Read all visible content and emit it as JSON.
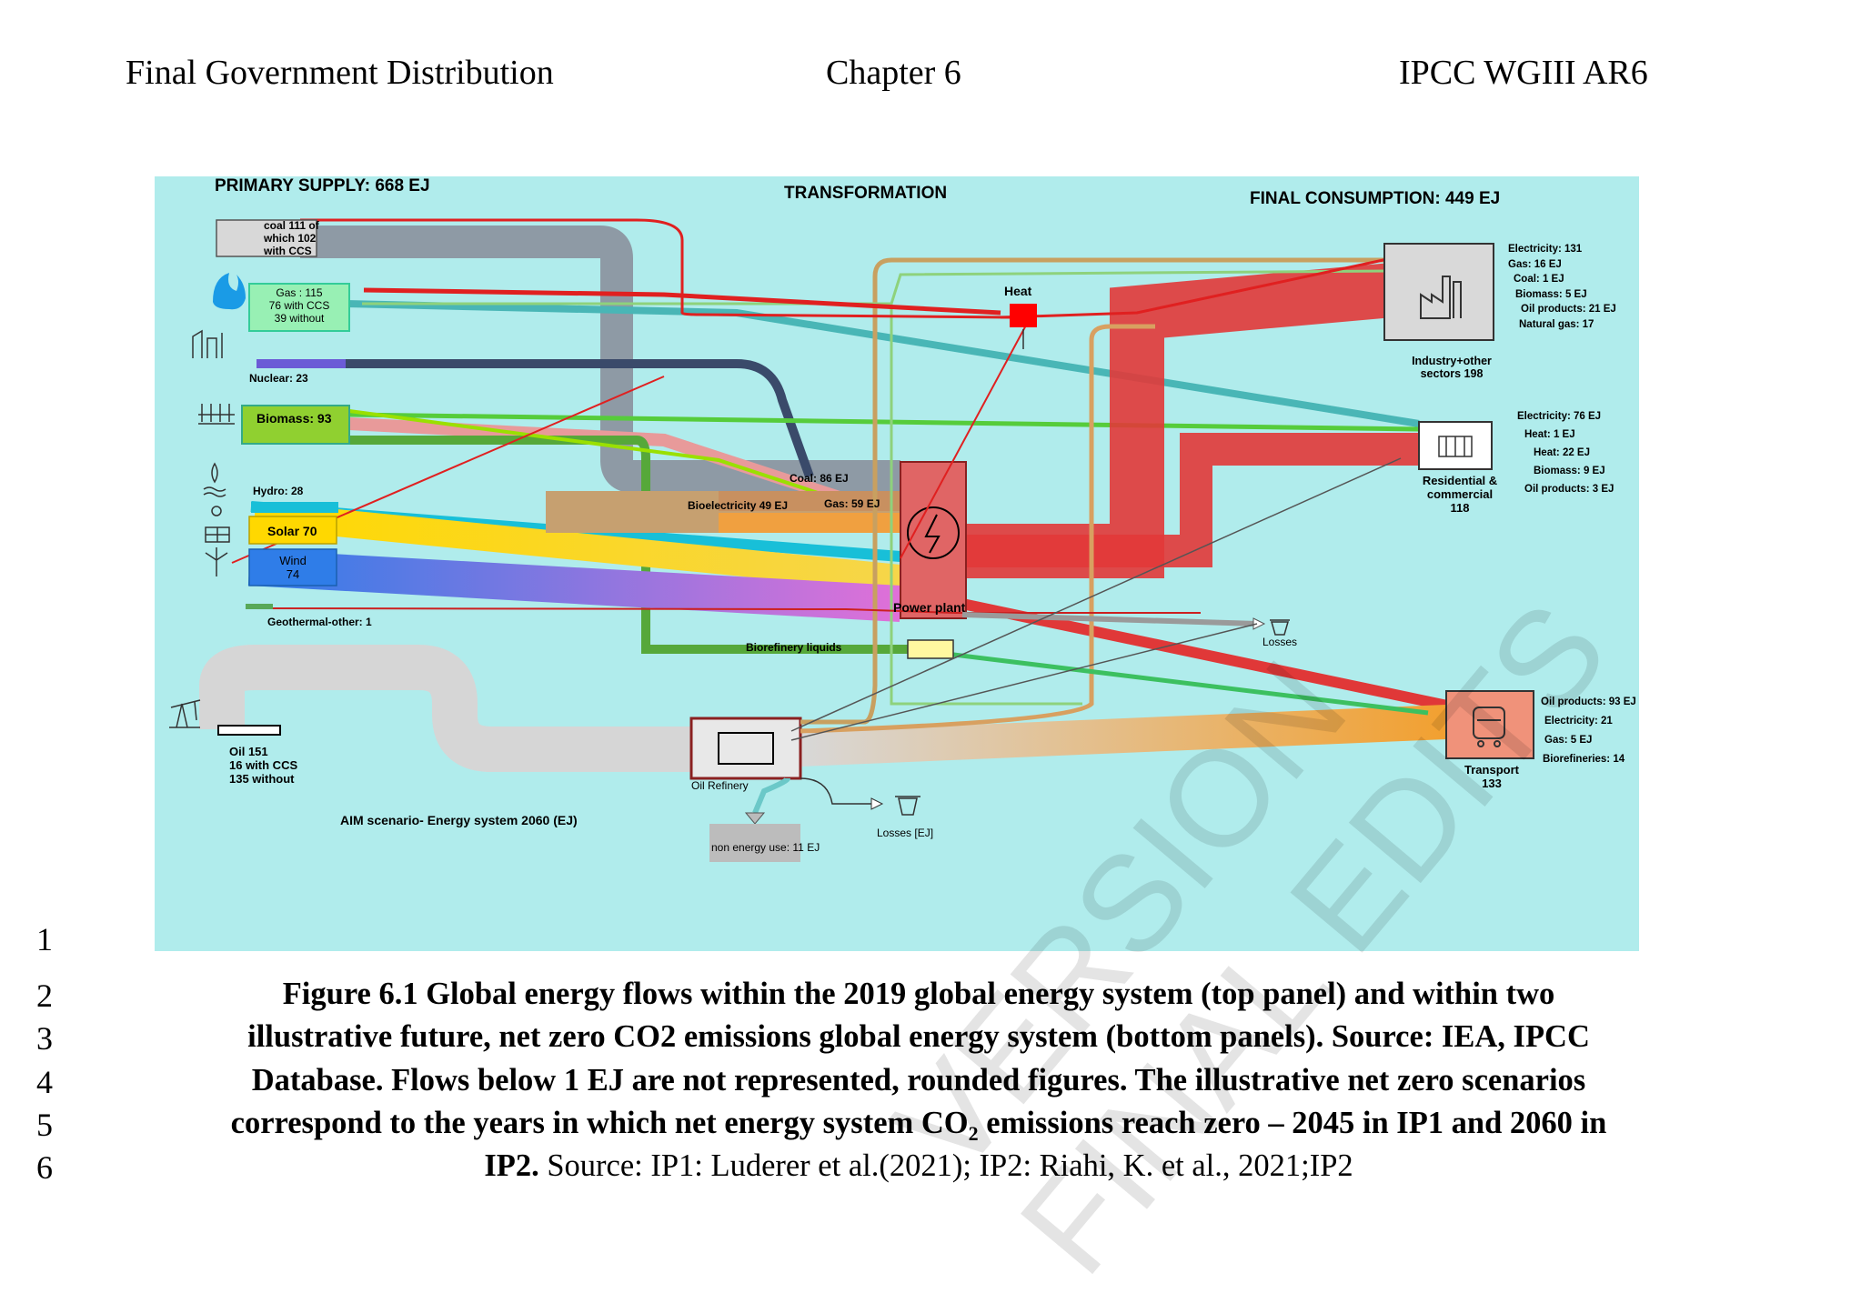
{
  "header": {
    "left": "Final Government Distribution",
    "center": "Chapter 6",
    "right": "IPCC WGIII AR6"
  },
  "figure": {
    "primary_supply": "PRIMARY SUPPLY:  668 EJ",
    "transformation": "TRANSFORMATION",
    "final_consumption": "FINAL CONSUMPTION:  449 EJ",
    "sources": {
      "coal": [
        "coal 111 of",
        "which 102",
        "with CCS"
      ],
      "gas": [
        "Gas : 115",
        "76 with CCS",
        "39 without"
      ],
      "nuclear": "Nuclear: 23",
      "biomass": "Biomass: 93",
      "hydro": "Hydro: 28",
      "solar": "Solar    70",
      "wind": [
        "Wind",
        "74"
      ],
      "geothermal": "Geothermal-other: 1",
      "oil": [
        "Oil 151",
        "16 with CCS",
        "135 without"
      ]
    },
    "heat": "Heat",
    "power_plant": "Power plant",
    "coal_flow": "Coal: 86 EJ",
    "bioelectricity": "Bioelectricity  49 EJ",
    "gas_flow": "Gas: 59 EJ",
    "biorefinery": "Biorefinery liquids",
    "losses": "Losses",
    "losses_ej": "Losses [EJ]",
    "oil_refinery": "Oil Refinery",
    "non_energy": "non energy use: 11 EJ",
    "scenario": "AIM scenario- Energy system 2060  (EJ)",
    "industry": {
      "name": [
        "Industry+other",
        "sectors 198"
      ],
      "items": [
        "Electricity: 131",
        "Gas: 16 EJ",
        "Coal: 1 EJ",
        "Biomass: 5 EJ",
        "Oil products: 21 EJ",
        "Natural gas: 17"
      ]
    },
    "residential": {
      "name": [
        "Residential &",
        "commercial",
        "118"
      ],
      "items": [
        "Electricity: 76 EJ",
        "Heat: 1 EJ",
        "Heat: 22 EJ",
        "Biomass: 9 EJ",
        "Oil products: 3 EJ"
      ]
    },
    "transport": {
      "name": [
        "Transport",
        "133"
      ],
      "items": [
        "Oil products: 93 EJ",
        "Electricity: 21",
        "Gas: 5 EJ",
        "Biorefineries: 14"
      ]
    }
  },
  "line_numbers": [
    "1",
    "2",
    "3",
    "4",
    "5",
    "6"
  ],
  "caption": {
    "line1": "Figure 6.1 Global energy flows within the 2019 global energy system (top panel) and within two",
    "line2": "illustrative future, net zero CO2 emissions global energy system (bottom panels). Source: IEA, IPCC",
    "line3": "Database. Flows below 1 EJ are not represented, rounded figures. The illustrative net zero scenarios",
    "line4_pre": "correspond to the years in which net energy system CO",
    "line4_sub": "2",
    "line4_post": " emissions reach  zero – 2045 in IP1 and 2060 in",
    "line5_bold": "IP2.",
    "line5_rest": " Source: IP1: Luderer et al.(2021); IP2: Riahi, K. et al., 2021;IP2"
  },
  "watermark": {
    "word1": "VERSION",
    "word2": "FINAL EDITS"
  }
}
